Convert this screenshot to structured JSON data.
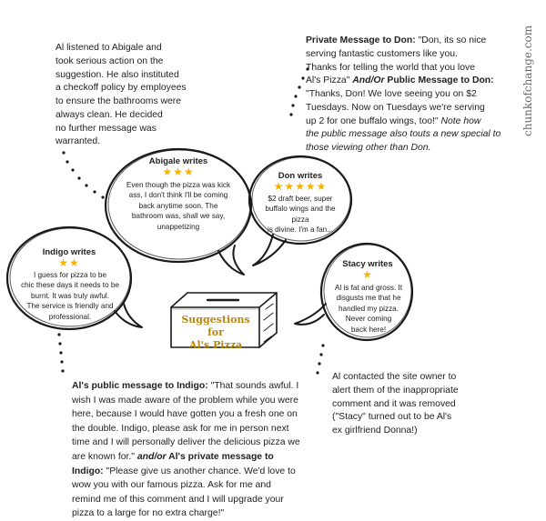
{
  "watermark": "chunkofchange.com",
  "star_color": "#f5b301",
  "accent_text_color": "#b8860b",
  "box": {
    "label": "Suggestions for\nAl's Pizza"
  },
  "bubbles": {
    "abigale": {
      "title": "Abigale writes",
      "stars": 3,
      "text": "Even though the pizza was kick\nass, I don't think I'll be coming\nback anytime soon. The\nbathroom was, shall we say,\nunappetizing"
    },
    "don": {
      "title": "Don writes",
      "stars": 5,
      "text": "$2 draft beer, super\nbuffalo wings and the pizza\nis divine. I'm a fan..."
    },
    "indigo": {
      "title": "Indigo writes",
      "stars": 2,
      "text": "I guess for pizza to be\nchic these days it needs to be\nburnt. It was truly awful.\nThe service is friendly and\nprofessional."
    },
    "stacy": {
      "title": "Stacy writes",
      "stars": 1,
      "text": "Al is fat and gross. It\ndisgusts me that he\nhandled my pizza.\nNever coming\nback here!"
    }
  },
  "notes": {
    "abigale_response": "Al listened to Abigale and\ntook serious action on the\nsuggestion. He also instituted\na checkoff policy by employees\nto ensure the bathrooms were\nalways clean. He decided\nno further message was\nwarranted.",
    "don_response": {
      "line1_bold": "Private Message to Don:",
      "line1_rest": " \"Don, its so nice",
      "line2": "serving fantastic customers like you.",
      "line3": "Thanks for telling the world that you love",
      "line4_start": "Al's Pizza\" ",
      "line4_and_or": "And/Or",
      "line4_bold": " Public Message to Don:",
      "line5": "\"Thanks, Don! We love seeing you on $2",
      "line6": "Tuesdays. Now on Tuesdays we're serving",
      "line7_start": "up 2 for one buffalo wings, too!\" ",
      "line7_italic": "Note how",
      "line8_italic": "the public message also touts a new special to",
      "line9_italic": "those viewing other than Don."
    },
    "indigo_response": {
      "public_bold": "Al's public message to Indigo:",
      "public_text": " \"That sounds awful. I wish I was made aware of the problem while you were here, because I would have gotten you a fresh one on the double. Indigo, please ask for me in person next time and I will personally deliver the delicious pizza we are known for.\" ",
      "and_or": "and/or",
      "private_bold": " Al's private message to Indigo:",
      "private_text": " \"Please give us another chance. We'd love to wow you with our famous pizza. Ask for me and remind me of this comment and I will upgrade your pizza to a large for no extra charge!\""
    },
    "stacy_response": "Al contacted the site owner to\nalert them of the inappropriate\ncomment and it was removed\n(\"Stacy\" turned out to be Al's\nex girlfriend Donna!)"
  }
}
